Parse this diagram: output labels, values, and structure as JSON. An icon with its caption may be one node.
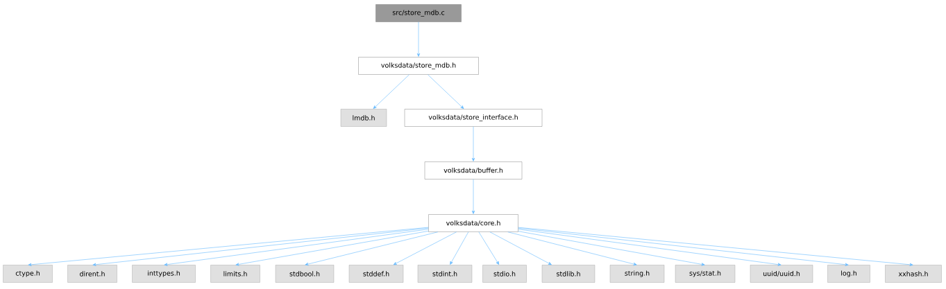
{
  "diagram": {
    "nodes": [
      {
        "text": [
          "src/store_mdb.c"
        ]
      },
      {
        "text": [
          "volksdata/store_mdb.h"
        ]
      },
      {
        "text": [
          "lmdb.h"
        ]
      },
      {
        "text": [
          "volksdata/store_interface.h"
        ]
      },
      {
        "text": [
          "volksdata/buffer.h"
        ]
      },
      {
        "text": [
          "volksdata/core.h"
        ]
      },
      {
        "text": [
          "ctype.h"
        ]
      },
      {
        "text": [
          "dirent.h"
        ]
      },
      {
        "text": [
          "inttypes.h"
        ]
      },
      {
        "text": [
          "limits.h"
        ]
      },
      {
        "text": [
          "stdbool.h"
        ]
      },
      {
        "text": [
          "stddef.h"
        ]
      },
      {
        "text": [
          "stdint.h"
        ]
      },
      {
        "text": [
          "stdio.h"
        ]
      },
      {
        "text": [
          "stdlib.h"
        ]
      },
      {
        "text": [
          "string.h"
        ]
      },
      {
        "text": [
          "sys/stat.h"
        ]
      },
      {
        "text": [
          "uuid/uuid.h"
        ]
      },
      {
        "text": [
          "log.h"
        ]
      },
      {
        "text": [
          "xxhash.h"
        ]
      }
    ],
    "edges": [
      {
        "from": 0,
        "to": 1,
        "arrow": "to"
      },
      {
        "from": 1,
        "to": 2,
        "arrow": "to"
      },
      {
        "from": 1,
        "to": 3,
        "arrow": "to"
      },
      {
        "from": 3,
        "to": 4,
        "arrow": "to"
      },
      {
        "from": 4,
        "to": 5,
        "arrow": "to"
      },
      {
        "from": 5,
        "to": 6,
        "arrow": "to"
      },
      {
        "from": 5,
        "to": 7,
        "arrow": "to"
      },
      {
        "from": 5,
        "to": 8,
        "arrow": "to"
      },
      {
        "from": 5,
        "to": 9,
        "arrow": "to"
      },
      {
        "from": 5,
        "to": 10,
        "arrow": "to"
      },
      {
        "from": 5,
        "to": 11,
        "arrow": "to"
      },
      {
        "from": 5,
        "to": 12,
        "arrow": "to"
      },
      {
        "from": 5,
        "to": 13,
        "arrow": "to"
      },
      {
        "from": 5,
        "to": 14,
        "arrow": "to"
      },
      {
        "from": 5,
        "to": 15,
        "arrow": "to"
      },
      {
        "from": 5,
        "to": 16,
        "arrow": "to"
      },
      {
        "from": 5,
        "to": 17,
        "arrow": "to"
      },
      {
        "from": 5,
        "to": 18,
        "arrow": "to"
      },
      {
        "from": 5,
        "to": 19,
        "arrow": "to"
      }
    ]
  }
}
